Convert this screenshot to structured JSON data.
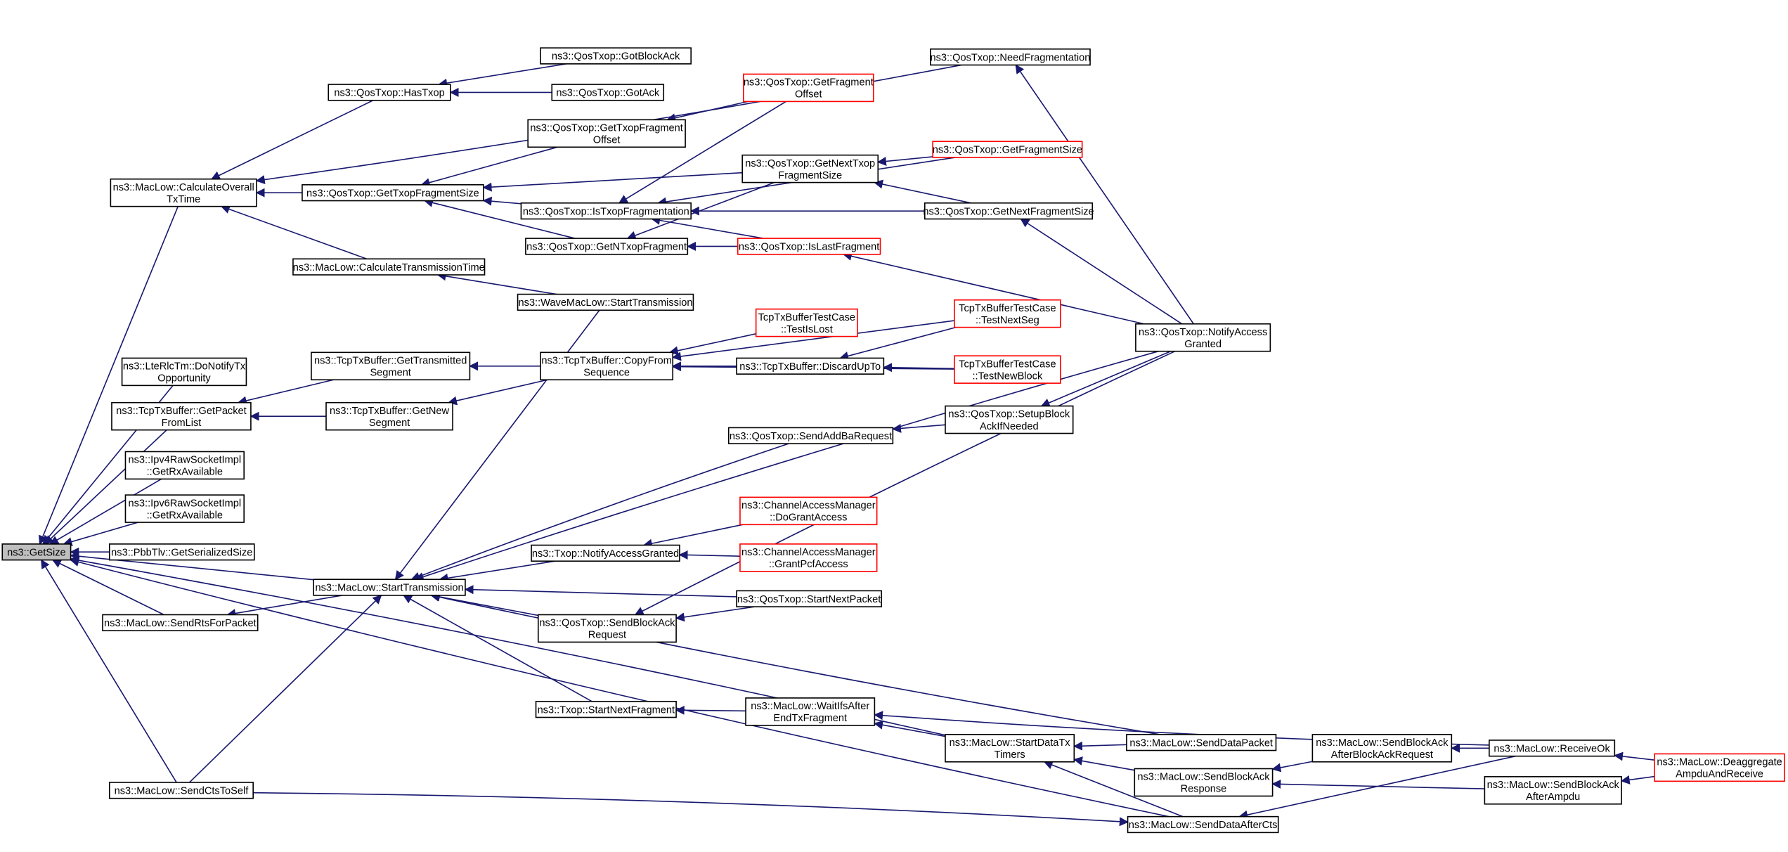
{
  "diagram_title": "",
  "colors": {
    "edge": "#191970",
    "node_border_normal": "#000000",
    "node_border_truncated": "#ff0000",
    "node_fill_root": "#bfbfbf",
    "node_fill": "#ffffff"
  },
  "nodes": [
    {
      "id": "getsize",
      "lines": [
        "ns3::GetSize"
      ],
      "style": "root"
    },
    {
      "id": "calcOverall",
      "lines": [
        "ns3::MacLow::CalculateOverall",
        "TxTime"
      ],
      "style": "normal"
    },
    {
      "id": "lteRlc",
      "lines": [
        "ns3::LteRlcTm::DoNotifyTx",
        "Opportunity"
      ],
      "style": "normal"
    },
    {
      "id": "getPacketFromList",
      "lines": [
        "ns3::TcpTxBuffer::GetPacket",
        "FromList"
      ],
      "style": "normal"
    },
    {
      "id": "ipv4raw",
      "lines": [
        "ns3::Ipv4RawSocketImpl",
        "::GetRxAvailable"
      ],
      "style": "normal"
    },
    {
      "id": "ipv6raw",
      "lines": [
        "ns3::Ipv6RawSocketImpl",
        "::GetRxAvailable"
      ],
      "style": "normal"
    },
    {
      "id": "pbbTlv",
      "lines": [
        "ns3::PbbTlv::GetSerializedSize"
      ],
      "style": "normal"
    },
    {
      "id": "sendRts",
      "lines": [
        "ns3::MacLow::SendRtsForPacket"
      ],
      "style": "normal"
    },
    {
      "id": "sendCts",
      "lines": [
        "ns3::MacLow::SendCtsToSelf"
      ],
      "style": "normal"
    },
    {
      "id": "hasTxop",
      "lines": [
        "ns3::QosTxop::HasTxop"
      ],
      "style": "normal"
    },
    {
      "id": "getTxopFragSize",
      "lines": [
        "ns3::QosTxop::GetTxopFragmentSize"
      ],
      "style": "normal"
    },
    {
      "id": "calcTransTime",
      "lines": [
        "ns3::MacLow::CalculateTransmissionTime"
      ],
      "style": "normal"
    },
    {
      "id": "getTransSeg",
      "lines": [
        "ns3::TcpTxBuffer::GetTransmitted",
        "Segment"
      ],
      "style": "normal"
    },
    {
      "id": "getNewSeg",
      "lines": [
        "ns3::TcpTxBuffer::GetNew",
        "Segment"
      ],
      "style": "normal"
    },
    {
      "id": "startTrans",
      "lines": [
        "ns3::MacLow::StartTransmission"
      ],
      "style": "normal"
    },
    {
      "id": "gotBlockAck",
      "lines": [
        "ns3::QosTxop::GotBlockAck"
      ],
      "style": "normal"
    },
    {
      "id": "gotAck",
      "lines": [
        "ns3::QosTxop::GotAck"
      ],
      "style": "normal"
    },
    {
      "id": "getTxopFragOffset",
      "lines": [
        "ns3::QosTxop::GetTxopFragment",
        "Offset"
      ],
      "style": "normal"
    },
    {
      "id": "isTxopFrag",
      "lines": [
        "ns3::QosTxop::IsTxopFragmentation"
      ],
      "style": "normal"
    },
    {
      "id": "getNTxopFrag",
      "lines": [
        "ns3::QosTxop::GetNTxopFragment"
      ],
      "style": "normal"
    },
    {
      "id": "waveStart",
      "lines": [
        "ns3::WaveMacLow::StartTransmission"
      ],
      "style": "normal"
    },
    {
      "id": "copyFromSeq",
      "lines": [
        "ns3::TcpTxBuffer::CopyFrom",
        "Sequence"
      ],
      "style": "normal"
    },
    {
      "id": "txopNotify",
      "lines": [
        "ns3::Txop::NotifyAccessGranted"
      ],
      "style": "normal"
    },
    {
      "id": "sendBlockAckReq",
      "lines": [
        "ns3::QosTxop::SendBlockAck",
        "Request"
      ],
      "style": "normal"
    },
    {
      "id": "txopStartNextFrag",
      "lines": [
        "ns3::Txop::StartNextFragment"
      ],
      "style": "normal"
    },
    {
      "id": "getFragOffset",
      "lines": [
        "ns3::QosTxop::GetFragment",
        "Offset"
      ],
      "style": "truncated"
    },
    {
      "id": "getNextTxopFragSize",
      "lines": [
        "ns3::QosTxop::GetNextTxop",
        "FragmentSize"
      ],
      "style": "normal"
    },
    {
      "id": "isLastFrag",
      "lines": [
        "ns3::QosTxop::IsLastFragment"
      ],
      "style": "truncated"
    },
    {
      "id": "testIsLost",
      "lines": [
        "TcpTxBufferTestCase",
        "::TestIsLost"
      ],
      "style": "truncated"
    },
    {
      "id": "discardUpTo",
      "lines": [
        "ns3::TcpTxBuffer::DiscardUpTo"
      ],
      "style": "normal"
    },
    {
      "id": "sendAddBa",
      "lines": [
        "ns3::QosTxop::SendAddBaRequest"
      ],
      "style": "normal"
    },
    {
      "id": "doGrantAccess",
      "lines": [
        "ns3::ChannelAccessManager",
        "::DoGrantAccess"
      ],
      "style": "truncated"
    },
    {
      "id": "grantPcfAccess",
      "lines": [
        "ns3::ChannelAccessManager",
        "::GrantPcfAccess"
      ],
      "style": "truncated"
    },
    {
      "id": "startNextPacket",
      "lines": [
        "ns3::QosTxop::StartNextPacket"
      ],
      "style": "normal"
    },
    {
      "id": "waitIfs",
      "lines": [
        "ns3::MacLow::WaitIfsAfter",
        "EndTxFragment"
      ],
      "style": "normal"
    },
    {
      "id": "needFrag",
      "lines": [
        "ns3::QosTxop::NeedFragmentation"
      ],
      "style": "normal"
    },
    {
      "id": "getFragSize",
      "lines": [
        "ns3::QosTxop::GetFragmentSize"
      ],
      "style": "truncated"
    },
    {
      "id": "getNextFragSize",
      "lines": [
        "ns3::QosTxop::GetNextFragmentSize"
      ],
      "style": "normal"
    },
    {
      "id": "testNextSeg",
      "lines": [
        "TcpTxBufferTestCase",
        "::TestNextSeg"
      ],
      "style": "truncated"
    },
    {
      "id": "testNewBlock",
      "lines": [
        "TcpTxBufferTestCase",
        "::TestNewBlock"
      ],
      "style": "truncated"
    },
    {
      "id": "setupBlockAck",
      "lines": [
        "ns3::QosTxop::SetupBlock",
        "AckIfNeeded"
      ],
      "style": "normal"
    },
    {
      "id": "startDataTx",
      "lines": [
        "ns3::MacLow::StartDataTx",
        "Timers"
      ],
      "style": "normal"
    },
    {
      "id": "notifyAccessGranted",
      "lines": [
        "ns3::QosTxop::NotifyAccess",
        "Granted"
      ],
      "style": "normal"
    },
    {
      "id": "sendDataPacket",
      "lines": [
        "ns3::MacLow::SendDataPacket"
      ],
      "style": "normal"
    },
    {
      "id": "sendBlockAckResp",
      "lines": [
        "ns3::MacLow::SendBlockAck",
        "Response"
      ],
      "style": "normal"
    },
    {
      "id": "sendDataAfterCts",
      "lines": [
        "ns3::MacLow::SendDataAfterCts"
      ],
      "style": "normal"
    },
    {
      "id": "sendBAafterBAR",
      "lines": [
        "ns3::MacLow::SendBlockAck",
        "AfterBlockAckRequest"
      ],
      "style": "normal"
    },
    {
      "id": "receiveOk",
      "lines": [
        "ns3::MacLow::ReceiveOk"
      ],
      "style": "normal"
    },
    {
      "id": "sendBAafterAmpdu",
      "lines": [
        "ns3::MacLow::SendBlockAck",
        "AfterAmpdu"
      ],
      "style": "normal"
    },
    {
      "id": "deaggregate",
      "lines": [
        "ns3::MacLow::Deaggregate",
        "AmpduAndReceive"
      ],
      "style": "truncated"
    }
  ],
  "edges": [
    [
      "calcOverall",
      "getsize"
    ],
    [
      "lteRlc",
      "getsize"
    ],
    [
      "getPacketFromList",
      "getsize"
    ],
    [
      "ipv4raw",
      "getsize"
    ],
    [
      "ipv6raw",
      "getsize"
    ],
    [
      "pbbTlv",
      "getsize"
    ],
    [
      "sendRts",
      "getsize"
    ],
    [
      "sendCts",
      "getsize"
    ],
    [
      "startTrans",
      "getsize"
    ],
    [
      "startDataTx",
      "getsize"
    ],
    [
      "sendDataAfterCts",
      "getsize"
    ],
    [
      "hasTxop",
      "calcOverall"
    ],
    [
      "getTxopFragSize",
      "calcOverall"
    ],
    [
      "calcTransTime",
      "calcOverall"
    ],
    [
      "needFrag",
      "calcOverall"
    ],
    [
      "gotBlockAck",
      "hasTxop"
    ],
    [
      "gotAck",
      "hasTxop"
    ],
    [
      "getTxopFragOffset",
      "getTxopFragSize"
    ],
    [
      "getNextTxopFragSize",
      "getTxopFragSize"
    ],
    [
      "isTxopFrag",
      "getTxopFragSize"
    ],
    [
      "getNTxopFrag",
      "getTxopFragSize"
    ],
    [
      "getFragOffset",
      "getTxopFragOffset"
    ],
    [
      "getFragOffset",
      "isTxopFrag"
    ],
    [
      "getFragSize",
      "isTxopFrag"
    ],
    [
      "getNextFragSize",
      "isTxopFrag"
    ],
    [
      "isLastFrag",
      "isTxopFrag"
    ],
    [
      "getNextTxopFragSize",
      "getNTxopFrag"
    ],
    [
      "isLastFrag",
      "getNTxopFrag"
    ],
    [
      "getFragSize",
      "getNextTxopFragSize"
    ],
    [
      "getNextFragSize",
      "getNextTxopFragSize"
    ],
    [
      "notifyAccessGranted",
      "isLastFrag"
    ],
    [
      "notifyAccessGranted",
      "needFrag"
    ],
    [
      "notifyAccessGranted",
      "getNextFragSize"
    ],
    [
      "waveStart",
      "calcTransTime"
    ],
    [
      "waveStart",
      "startTrans"
    ],
    [
      "getTransSeg",
      "getPacketFromList"
    ],
    [
      "getNewSeg",
      "getPacketFromList"
    ],
    [
      "copyFromSeq",
      "getTransSeg"
    ],
    [
      "copyFromSeq",
      "getNewSeg"
    ],
    [
      "testIsLost",
      "copyFromSeq"
    ],
    [
      "discardUpTo",
      "copyFromSeq"
    ],
    [
      "testNextSeg",
      "copyFromSeq"
    ],
    [
      "testNewBlock",
      "copyFromSeq"
    ],
    [
      "testNextSeg",
      "discardUpTo"
    ],
    [
      "testNewBlock",
      "discardUpTo"
    ],
    [
      "sendAddBa",
      "startTrans"
    ],
    [
      "txopNotify",
      "startTrans"
    ],
    [
      "sendBlockAckReq",
      "startTrans"
    ],
    [
      "startNextPacket",
      "startTrans"
    ],
    [
      "txopStartNextFrag",
      "startTrans"
    ],
    [
      "sendDataPacket",
      "startTrans"
    ],
    [
      "notifyAccessGranted",
      "startTrans"
    ],
    [
      "startTrans",
      "sendRts"
    ],
    [
      "sendCts",
      "startTrans"
    ],
    [
      "doGrantAccess",
      "txopNotify"
    ],
    [
      "grantPcfAccess",
      "txopNotify"
    ],
    [
      "startNextPacket",
      "sendBlockAckReq"
    ],
    [
      "notifyAccessGranted",
      "sendBlockAckReq"
    ],
    [
      "waitIfs",
      "txopStartNextFrag"
    ],
    [
      "startDataTx",
      "waitIfs"
    ],
    [
      "receiveOk",
      "waitIfs"
    ],
    [
      "setupBlockAck",
      "sendAddBa"
    ],
    [
      "notifyAccessGranted",
      "setupBlockAck"
    ],
    [
      "sendDataPacket",
      "startDataTx"
    ],
    [
      "sendBlockAckResp",
      "startDataTx"
    ],
    [
      "sendDataAfterCts",
      "startDataTx"
    ],
    [
      "sendCts",
      "sendDataAfterCts"
    ],
    [
      "sendBAafterBAR",
      "sendBlockAckResp"
    ],
    [
      "sendBAafterAmpdu",
      "sendBlockAckResp"
    ],
    [
      "receiveOk",
      "sendBAafterBAR"
    ],
    [
      "receiveOk",
      "sendDataAfterCts"
    ],
    [
      "deaggregate",
      "receiveOk"
    ],
    [
      "deaggregate",
      "sendBAafterAmpdu"
    ]
  ]
}
